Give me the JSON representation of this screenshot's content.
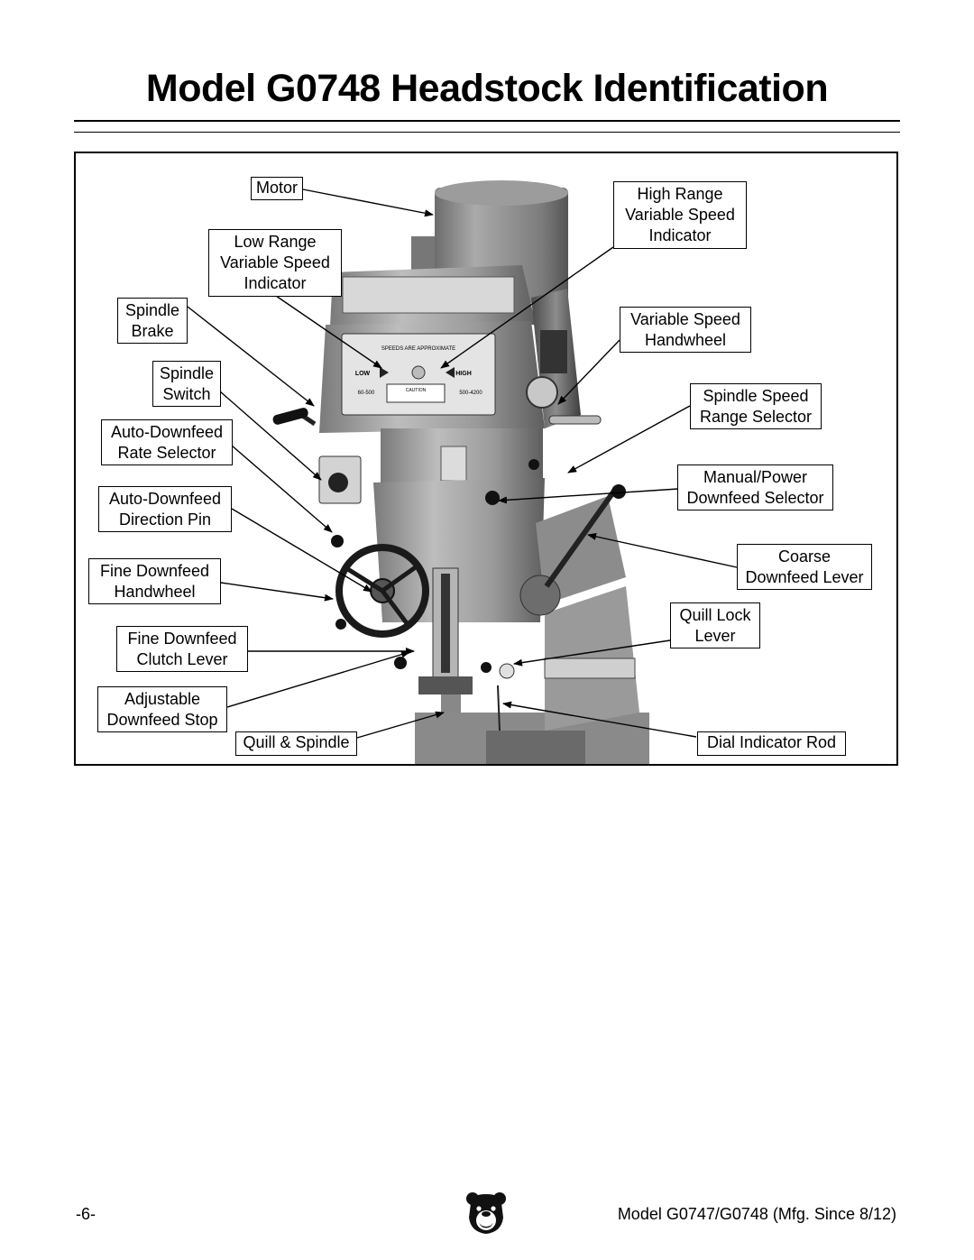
{
  "page": {
    "title": "Model G0748 Headstock Identification",
    "page_number": "-6-",
    "footer_model": "Model G0747/G0748 (Mfg. Since 8/12)"
  },
  "photo_labels": {
    "selector_low": "LOW",
    "selector_high": "HIGH",
    "speeds_note": "SPEEDS ARE APPROXIMATE",
    "low_range": "60-500",
    "high_range": "500-4200",
    "caution": "CAUTION"
  },
  "callouts": {
    "motor": [
      "Motor"
    ],
    "low_range": [
      "Low Range",
      "Variable Speed",
      "Indicator"
    ],
    "high_range": [
      "High Range",
      "Variable Speed",
      "Indicator"
    ],
    "spindle_brake": [
      "Spindle",
      "Brake"
    ],
    "spindle_switch": [
      "Spindle",
      "Switch"
    ],
    "variable_speed_handwheel": [
      "Variable Speed",
      "Handwheel"
    ],
    "spindle_speed_range": [
      "Spindle Speed",
      "Range Selector"
    ],
    "auto_downfeed_rate": [
      "Auto-Downfeed",
      "Rate Selector"
    ],
    "manual_power": [
      "Manual/Power",
      "Downfeed Selector"
    ],
    "auto_downfeed_direction": [
      "Auto-Downfeed",
      "Direction Pin"
    ],
    "coarse_downfeed": [
      "Coarse",
      "Downfeed Lever"
    ],
    "fine_downfeed_handwheel": [
      "Fine Downfeed",
      "Handwheel"
    ],
    "quill_lock": [
      "Quill Lock",
      "Lever"
    ],
    "fine_downfeed_clutch": [
      "Fine Downfeed",
      "Clutch Lever"
    ],
    "adjustable_stop": [
      "Adjustable",
      "Downfeed Stop"
    ],
    "quill_spindle": [
      "Quill & Spindle"
    ],
    "dial_indicator": [
      "Dial Indicator Rod"
    ]
  }
}
